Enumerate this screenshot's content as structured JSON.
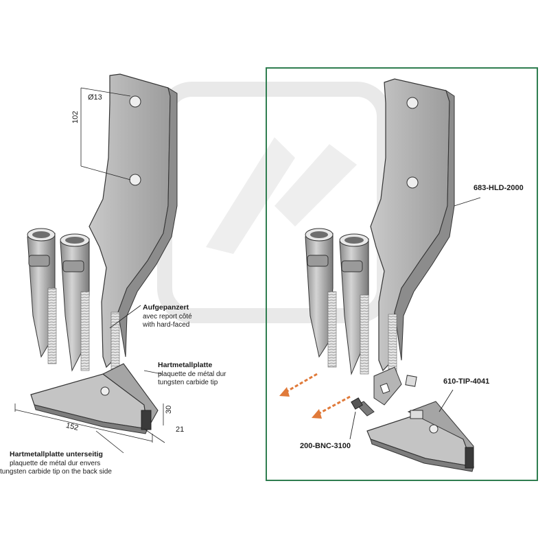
{
  "left_panel": {
    "dimensions": {
      "hole_dia": "Ø13",
      "hole_spacing": "102",
      "tip_length": "152",
      "tip_height": "30",
      "tip_width": "21"
    },
    "callouts": {
      "hardfaced": {
        "de": "Aufgepanzert",
        "fr": "avec report côté",
        "en": "with hard-faced"
      },
      "carbide_tip": {
        "de": "Hartmetallplatte",
        "fr": "plaquette de métal dur",
        "en": "tungsten carbide tip"
      },
      "carbide_back": {
        "de": "Hartmetallplatte unterseitig",
        "fr": "plaquette de métal dur envers",
        "en": "tungsten carbide tip on the back side"
      }
    }
  },
  "right_panel": {
    "border_color": "#2e7d4f",
    "parts": {
      "holder": "683-HLD-2000",
      "tip": "610-TIP-4041",
      "bolt": "200-BNC-3100"
    },
    "arrow_color": "#e07a3a"
  }
}
